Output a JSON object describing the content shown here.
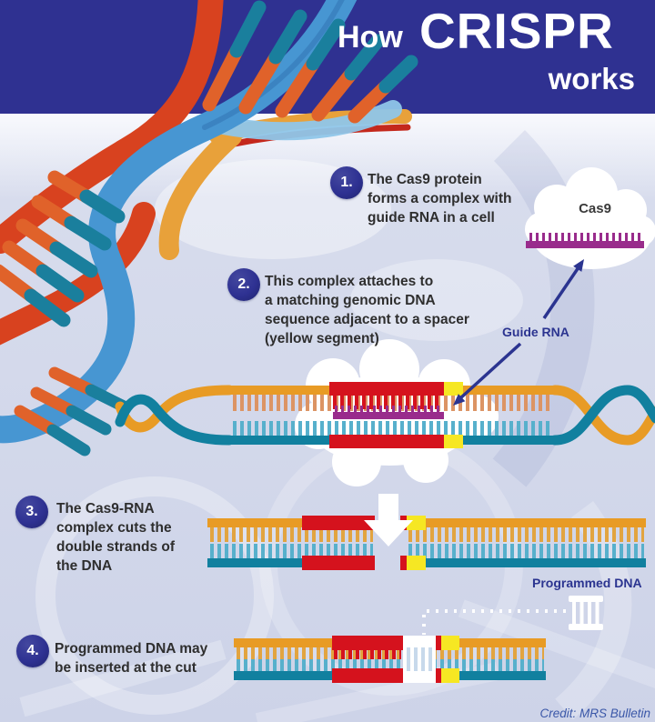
{
  "header": {
    "title_prefix": "How",
    "title_main": "CRISPR",
    "title_suffix": "works"
  },
  "steps": [
    {
      "number": "1.",
      "text": "The Cas9 protein forms a complex with guide RNA in a cell",
      "lines": [
        "The Cas9 protein",
        "forms a complex with",
        "guide RNA in a cell"
      ]
    },
    {
      "number": "2.",
      "text": "This complex attaches to a matching genomic DNA sequence adjacent to a spacer (yellow segment)",
      "lines": [
        "This complex attaches to",
        "a matching genomic DNA",
        "sequence adjacent to a spacer",
        "(yellow segment)"
      ]
    },
    {
      "number": "3.",
      "text": "The Cas9-RNA complex cuts the double strands of the DNA",
      "lines": [
        "The Cas9-RNA",
        "complex cuts the",
        "double strands of",
        "the DNA"
      ]
    },
    {
      "number": "4.",
      "text": "Programmed DNA may be inserted at the cut",
      "lines": [
        "Programmed DNA may",
        "be inserted at the cut"
      ]
    }
  ],
  "labels": {
    "cas9": "Cas9",
    "guide_rna": "Guide RNA",
    "programmed_dna": "Programmed DNA"
  },
  "credit": {
    "prefix": "Credit: ",
    "source": "MRS Bulletin"
  },
  "colors": {
    "header_navy": "#2F3191",
    "background_lavender": "#D6DBEC",
    "dna_rail_orange": "#E89B25",
    "dna_rail_teal": "#11809F",
    "target_red": "#D5121D",
    "spacer_yellow": "#F6E723",
    "guide_rna_purple": "#992C8C",
    "helix_blue": "#4796D2",
    "helix_red": "#D8421F",
    "arrow_navy": "#2B3490",
    "credit_blue": "#3A57A8",
    "cloud_white": "#FFFFFF"
  },
  "icons": {
    "cas9_cloud": "white-cloud",
    "complex_cloud": "white-cloud",
    "guide_arrow": "navy-arrow",
    "cut_arrow": "white-down-arrow",
    "programmed_dna_segment": "white-dna-ladder-segment",
    "dna_helix": "blue-red-double-helix"
  }
}
